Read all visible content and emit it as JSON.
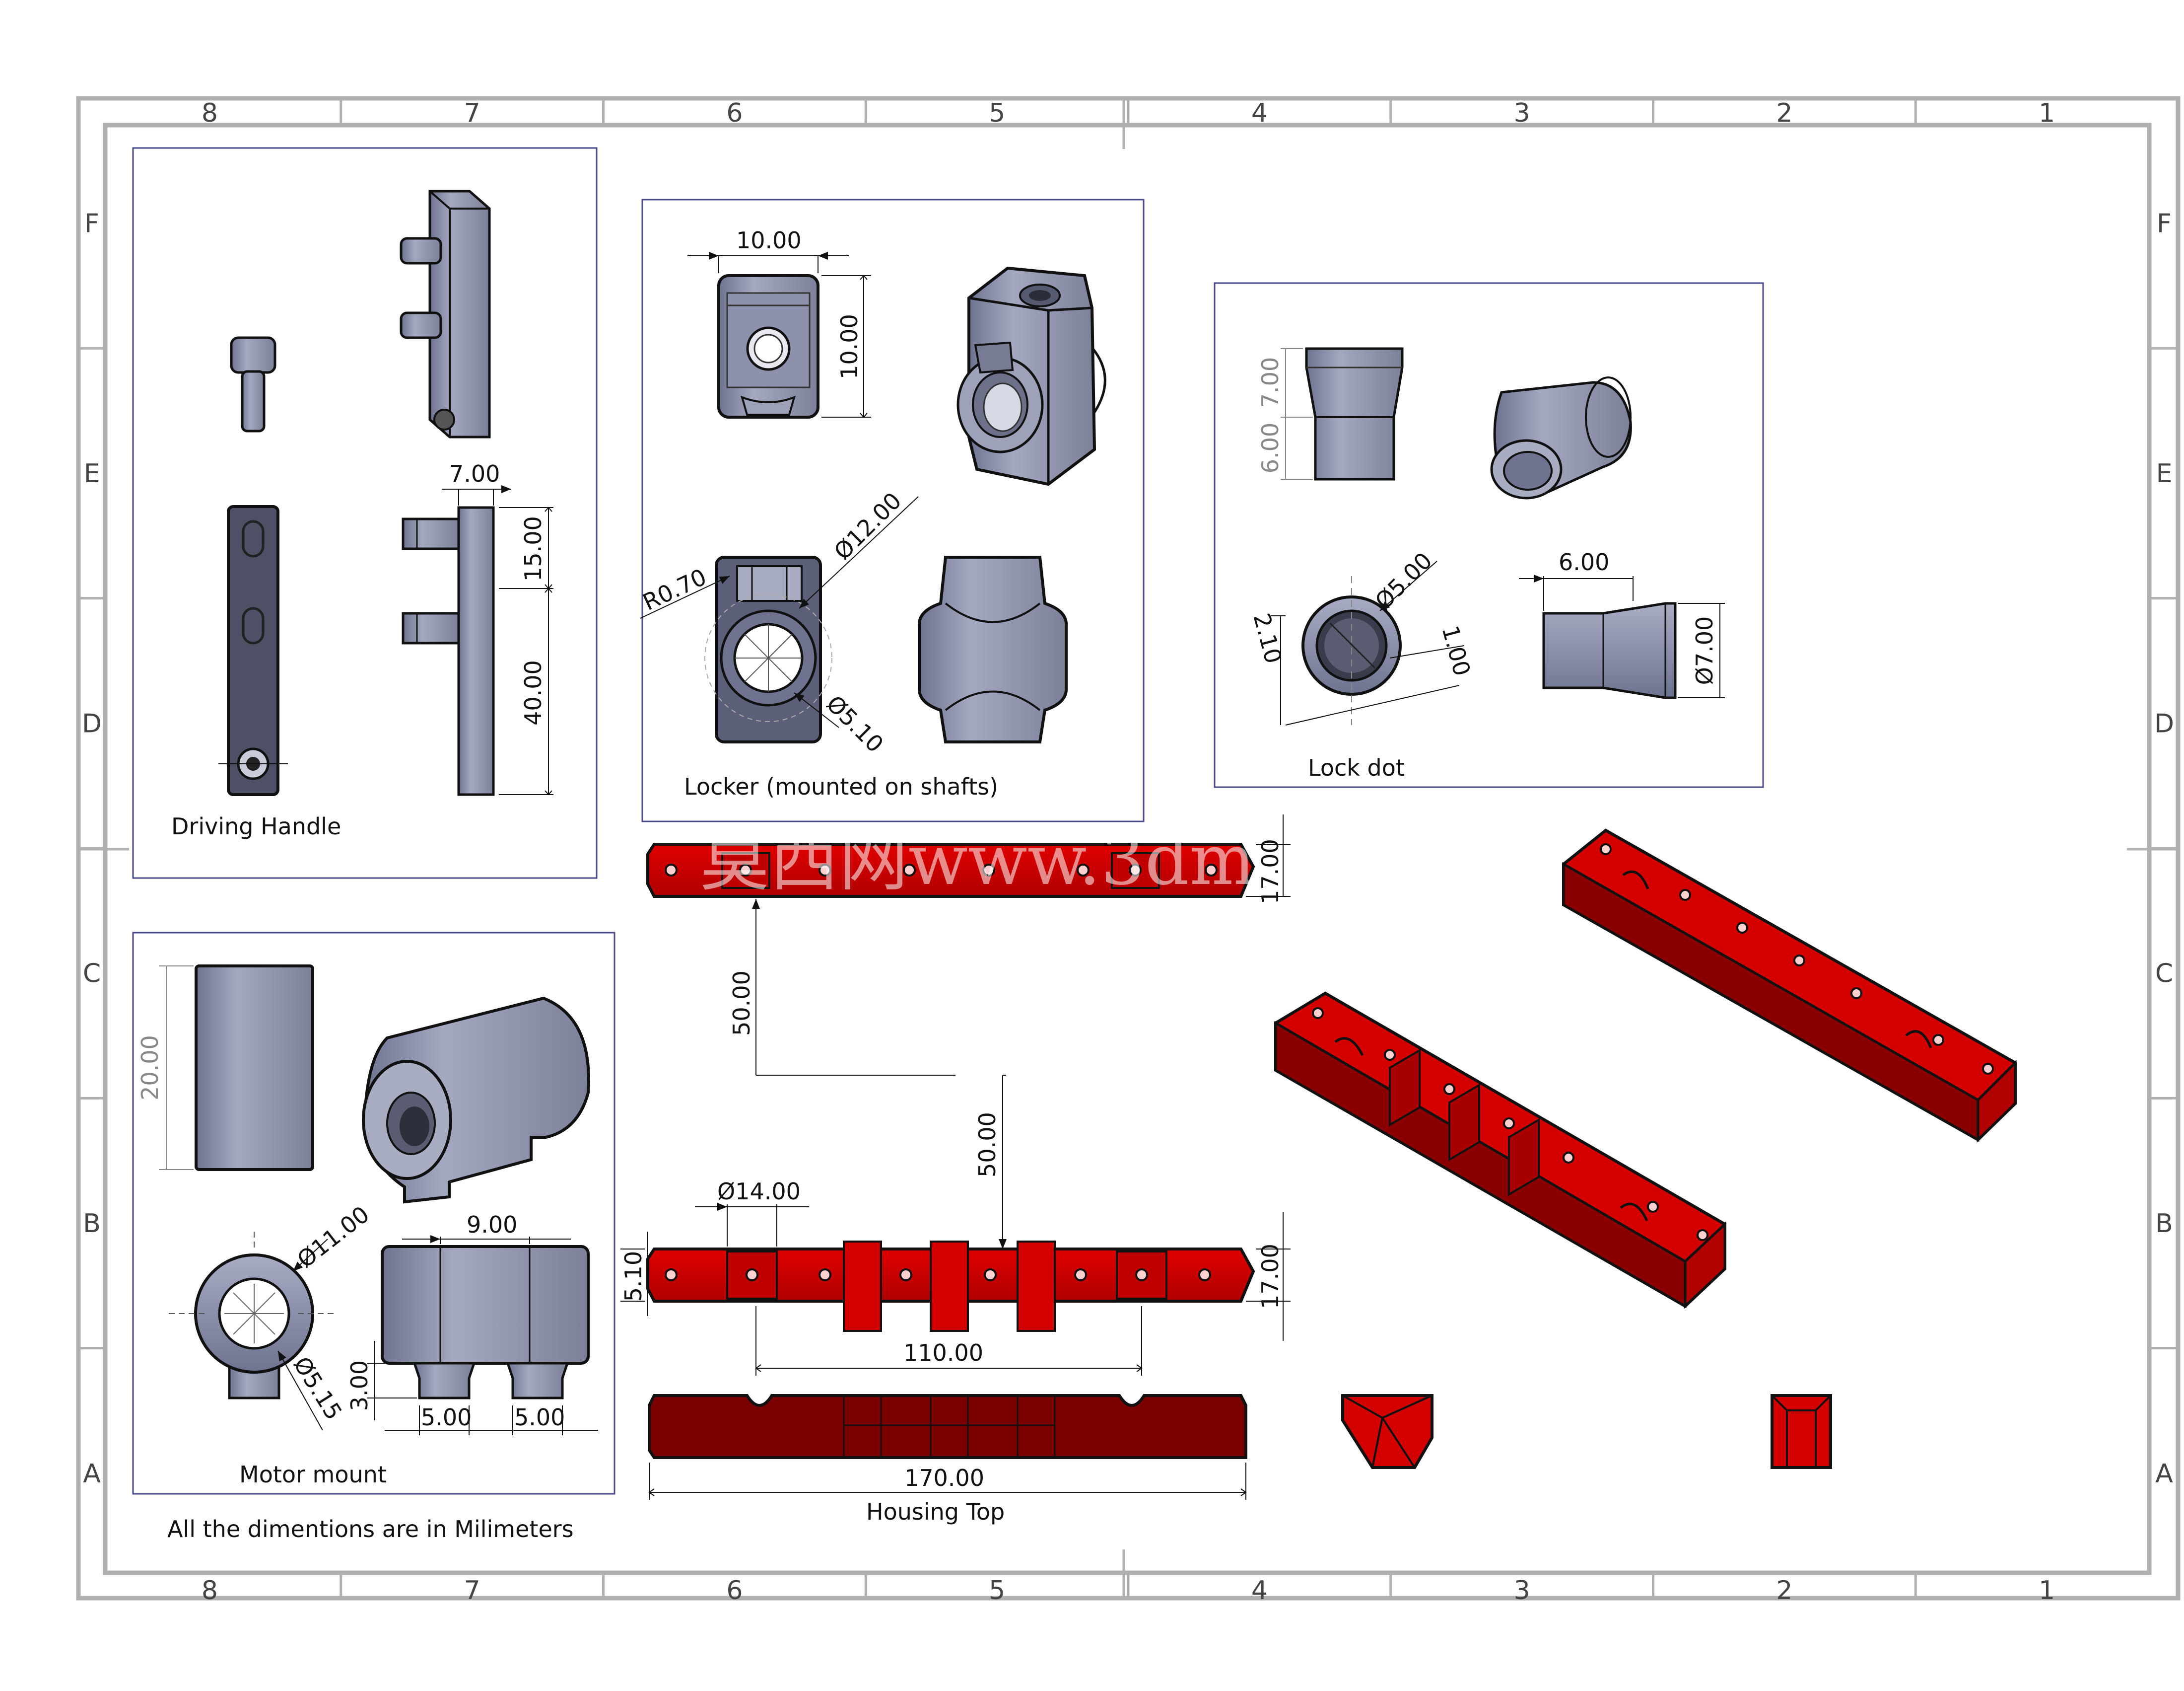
{
  "frame": {
    "columns": [
      "8",
      "7",
      "6",
      "5",
      "4",
      "3",
      "2",
      "1"
    ],
    "rows": [
      "F",
      "E",
      "D",
      "C",
      "B",
      "A"
    ]
  },
  "notes": {
    "units": "All the dimentions are in Milimeters",
    "watermark": "莫西网www.3dm..."
  },
  "colors": {
    "part_gray": "#8a8fa8",
    "part_red": "#d40000",
    "part_dark_red": "#7a0000",
    "panel_border": "#4a4a8a",
    "frame_gray": "#b0b0b0"
  },
  "panels": {
    "driving_handle": {
      "title": "Driving Handle",
      "dims": {
        "width_top": "7.00",
        "upper": "15.00",
        "lower": "40.00"
      }
    },
    "locker": {
      "title": "Locker (mounted on shafts)",
      "dims": {
        "width": "10.00",
        "height": "10.00",
        "dia_outer": "Ø12.00",
        "radius": "R0.70",
        "dia_hole": "Ø5.10"
      }
    },
    "lock_dot": {
      "title": "Lock dot",
      "dims": {
        "upper": "7.00",
        "lower": "6.00",
        "dia_inner": "Ø5.00",
        "offset_a": "2.10",
        "offset_b": "1.00",
        "length": "6.00",
        "dia_outer": "Ø7.00"
      }
    },
    "motor_mount": {
      "title": "Motor mount",
      "dims": {
        "height": "20.00",
        "dia_outer": "Ø11.00",
        "dia_hole": "Ø5.15",
        "length": "9.00",
        "foot_h": "3.00",
        "foot_a": "5.00",
        "foot_b": "5.00"
      }
    },
    "housing_top": {
      "title": "Housing Top",
      "dims": {
        "height_top": "17.00",
        "spacing_a": "50.00",
        "spacing_b": "50.00",
        "dia_bore": "Ø14.00",
        "edge": "5.10",
        "height_bottom": "17.00",
        "center_span": "110.00",
        "overall": "170.00"
      }
    }
  }
}
